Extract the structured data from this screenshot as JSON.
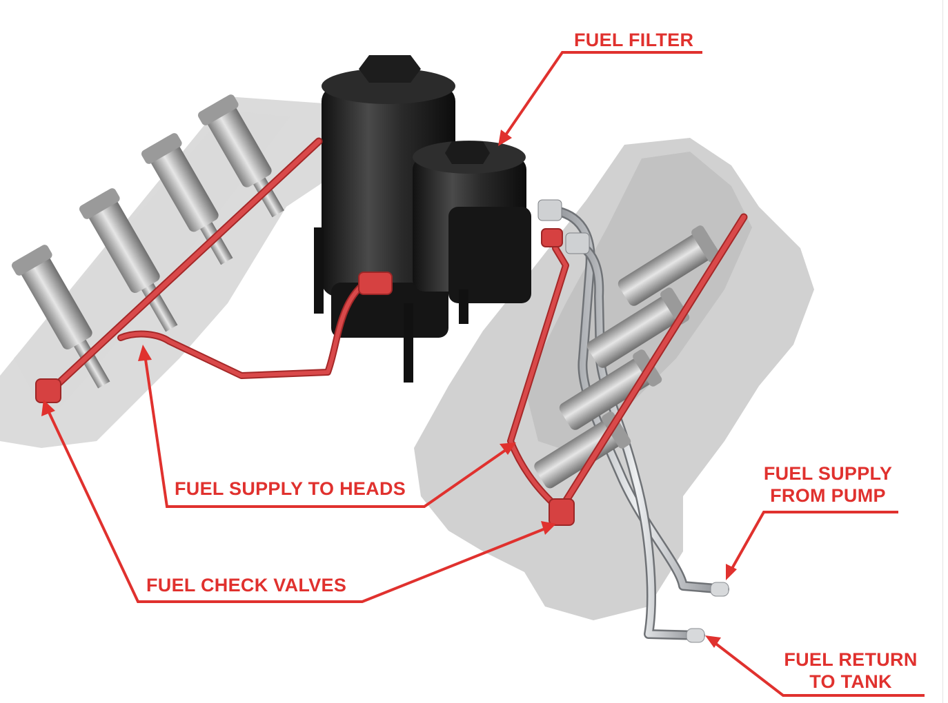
{
  "labels": {
    "fuel_filter": "FUEL FILTER",
    "fuel_supply_to_heads": "FUEL SUPPLY TO HEADS",
    "fuel_check_valves": "FUEL CHECK VALVES",
    "fuel_supply_from_pump": [
      "FUEL SUPPLY",
      "FROM PUMP"
    ],
    "fuel_return_to_tank": [
      "FUEL RETURN",
      "TO TANK"
    ]
  },
  "colors": {
    "callout_red": "#e0312e",
    "fuel_line_red": "#d13a3a",
    "engine_grey": "#c9c9c9",
    "filter_black": "#1c1c1c",
    "steel": "#b9bcbf"
  }
}
